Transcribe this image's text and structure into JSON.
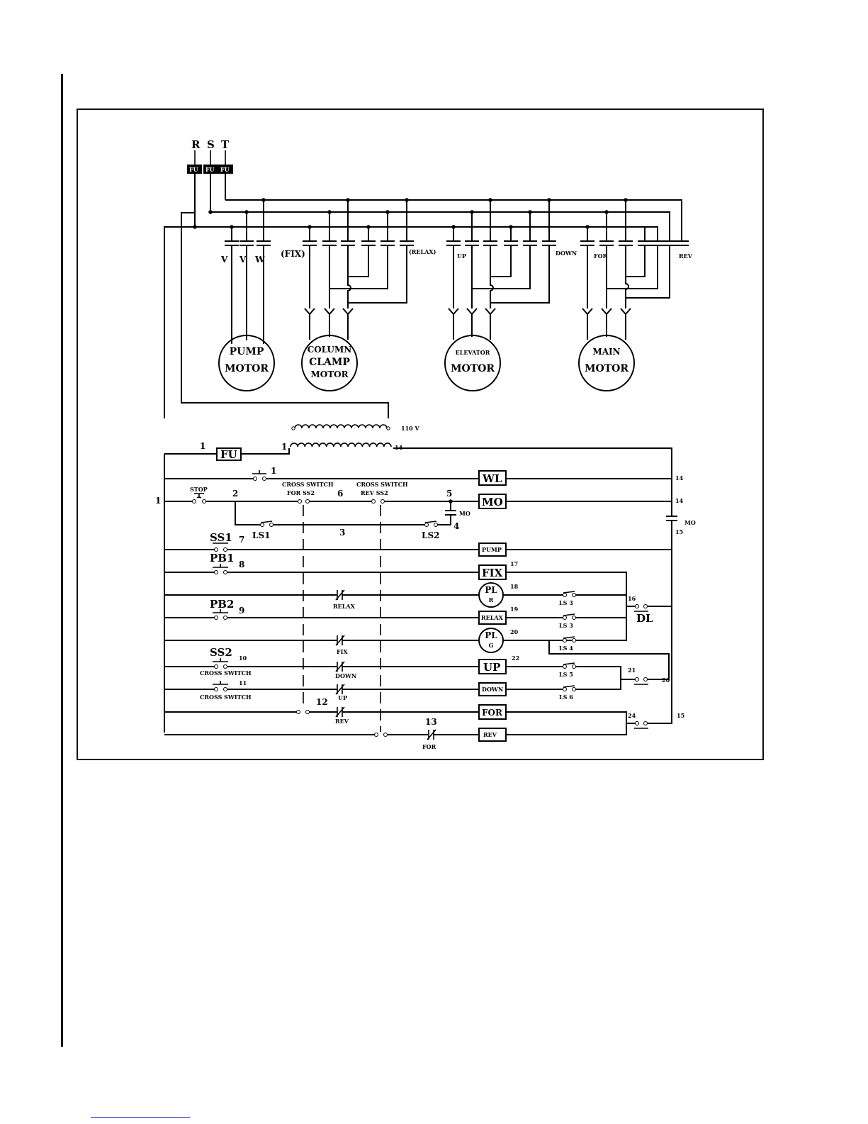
{
  "supply": {
    "phases": [
      "R",
      "S",
      "T"
    ],
    "fuses": [
      "FU",
      "FU",
      "FU"
    ]
  },
  "power": {
    "pump_terminals": [
      "V",
      "V",
      "W"
    ],
    "clamp_labels": {
      "fix": "(FIX)",
      "relax": "(RELAX)"
    },
    "elevator_labels": {
      "up": "UP",
      "down": "DOWN"
    },
    "main_labels": {
      "for": "FOR",
      "rev": "REV"
    },
    "transformer_voltage": "110 V"
  },
  "motors": [
    {
      "id": "pump",
      "lines": [
        "PUMP",
        "MOTOR"
      ]
    },
    {
      "id": "clamp",
      "lines": [
        "COLUMN",
        "CLAMP",
        "MOTOR"
      ]
    },
    {
      "id": "elevator",
      "lines": [
        "ELEVATOR",
        "MOTOR"
      ]
    },
    {
      "id": "main",
      "lines": [
        "MAIN",
        "MOTOR"
      ]
    }
  ],
  "control": {
    "fuse": "FU",
    "coils": {
      "wl": "WL",
      "mo": "MO",
      "pump": "PUMP",
      "fix": "FIX",
      "relax": "RELAX",
      "up": "UP",
      "down": "DOWN",
      "for": "FOR",
      "rev": "REV"
    },
    "lamps": [
      {
        "top": "PL",
        "bottom": "R"
      },
      {
        "top": "PL",
        "bottom": "G"
      }
    ],
    "switches": {
      "stop": "STOP",
      "ss1": "SS1",
      "pb1": "PB1",
      "pb2": "PB2",
      "ss2": "SS2",
      "ls1": "LS1",
      "ls2": "LS2",
      "ls3": "LS 3",
      "ls3b": "LS 3",
      "ls4": "LS 4",
      "ls5": "LS 5",
      "ls6": "LS 6",
      "dl": "DL",
      "cross_switch": "CROSS SWITCH",
      "for_ss2": "FOR  SS2",
      "rev_ss2": "REV  SS2",
      "mo": "MO",
      "mo2": "MO"
    },
    "interlocks": {
      "relax": "RELAX",
      "fix": "FIX",
      "down": "DOWN",
      "up": "UP",
      "rev": "REV",
      "for": "FOR"
    },
    "wire_numbers": {
      "n1": "1",
      "n1b": "1",
      "n1c": "1",
      "n1d": "1",
      "n2": "2",
      "n3": "3",
      "n4": "4",
      "n5": "5",
      "n6": "6",
      "n7": "7",
      "n8": "8",
      "n9": "9",
      "n10": "10",
      "n11": "11",
      "n12": "12",
      "n13": "13",
      "n14a": "14",
      "n14b": "14",
      "n14c": "14",
      "n15a": "15",
      "n15b": "15",
      "n16": "16",
      "n17": "17",
      "n18": "18",
      "n19": "19",
      "n20a": "20",
      "n20b": "20",
      "n21": "21",
      "n22": "22",
      "n24": "24"
    }
  }
}
